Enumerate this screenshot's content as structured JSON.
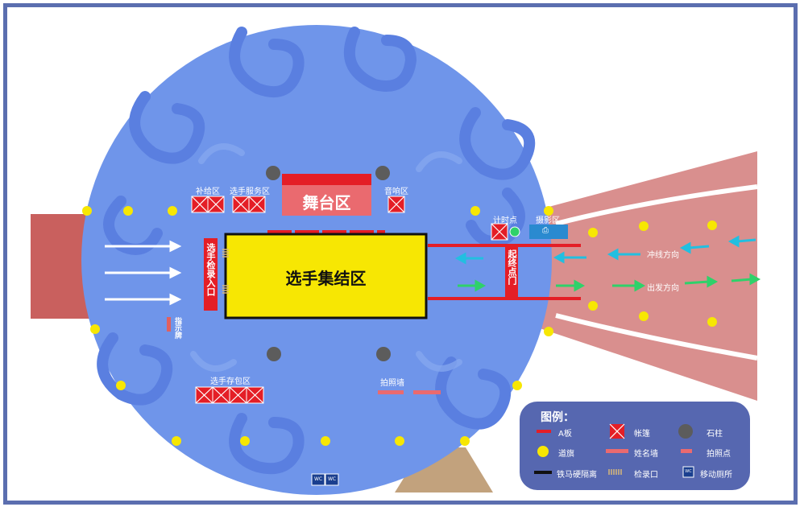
{
  "colors": {
    "frame": "#5b6eaf",
    "circle": "#6f95ea",
    "swirl": "#5a7fe0",
    "flow_band": "#d98f8e",
    "left_entrance": "#c9605e",
    "bottom_entrance": "#c2a27d",
    "stage_red": "#e41e26",
    "assembly_yellow": "#f7e703",
    "flag_yellow": "#f7e703",
    "pillar": "#5c5c5c",
    "legend_bg": "#5667b0",
    "arrow_white": "#ffffff",
    "arrow_cyan": "#22bfe0",
    "arrow_green": "#2fd16a",
    "name_wall": "#ea6a6f"
  },
  "labels": {
    "stage": "舞台区",
    "assembly": "选手集结区",
    "supply": "补给区",
    "service": "选手服务区",
    "sound": "音响区",
    "checkin": "选手检录入口",
    "sign": "指示牌",
    "bag": "选手存包区",
    "photo_wall": "拍照墙",
    "timer": "计时点",
    "camera": "摄影区",
    "start_finish": "起终点门",
    "sprint_dir": "冲线方向",
    "depart_dir": "出发方向",
    "wc1": "WC",
    "wc2": "WC"
  },
  "legend": {
    "title": "图例：",
    "items": [
      {
        "icon": "a-board-icon",
        "label": "A板"
      },
      {
        "icon": "tent-icon",
        "label": "帐篷"
      },
      {
        "icon": "stone-pillar-icon",
        "label": "石柱"
      },
      {
        "icon": "flag-icon",
        "label": "道旗"
      },
      {
        "icon": "name-wall-icon",
        "label": "姓名墙"
      },
      {
        "icon": "photo-spot-icon",
        "label": "拍照点"
      },
      {
        "icon": "barrier-icon",
        "label": "铁马硬隔离"
      },
      {
        "icon": "checkin-gate-icon",
        "label": "检录口"
      },
      {
        "icon": "wc-icon",
        "label": "移动厕所"
      }
    ],
    "wc_glyph": "WC"
  }
}
